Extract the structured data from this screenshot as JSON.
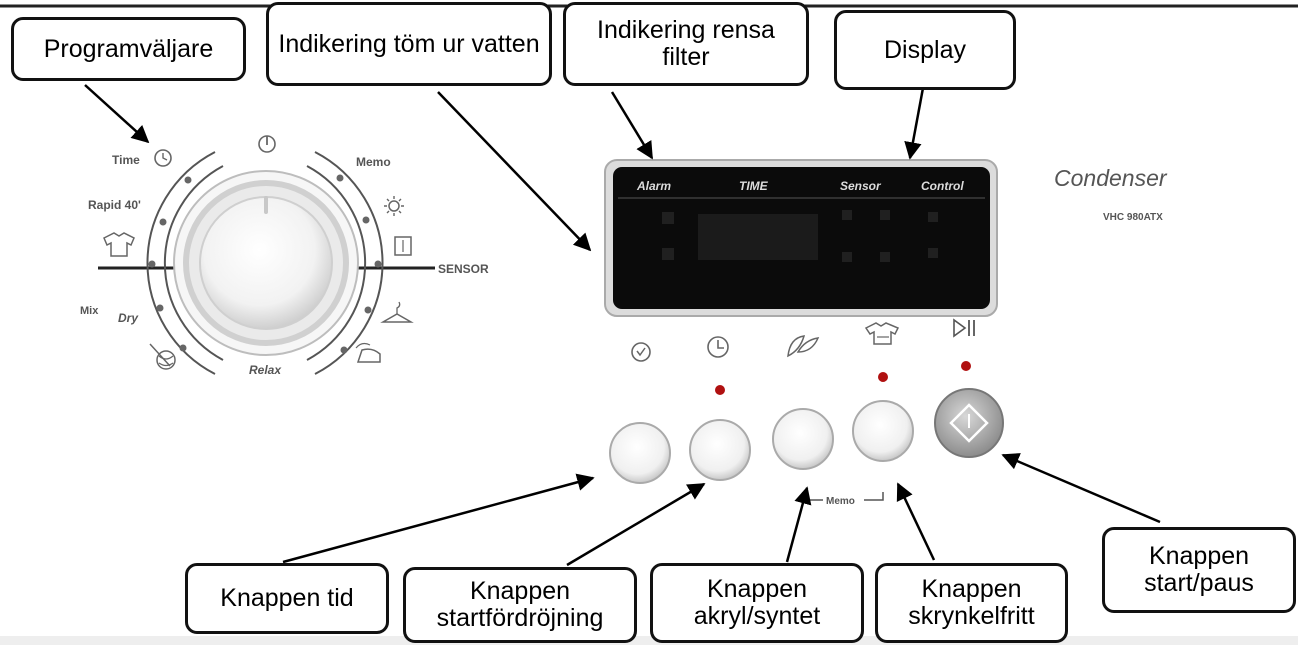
{
  "callouts": {
    "program_selector": "Programväljare",
    "empty_water": "Indikering töm ur vatten",
    "clean_filter": "Indikering rensa filter",
    "display": "Display",
    "time_button": "Knappen tid",
    "delay_button": "Knappen startfördröjning",
    "synthetic_button": "Knappen akryl/syntet",
    "wrinkle_button": "Knappen skrynkelfritt",
    "start_button": "Knappen start/paus"
  },
  "dial": {
    "time": "Time",
    "rapid": "Rapid 40'",
    "mix": "Mix",
    "dry": "Dry",
    "relax": "Relax",
    "memo": "Memo",
    "sensor": "SENSOR"
  },
  "panel": {
    "alarm": "Alarm",
    "time": "TIME",
    "sensor": "Sensor",
    "control": "Control"
  },
  "brand": {
    "name": "Condenser",
    "model": "VHC 980ATX"
  },
  "buttons": {
    "memo": "Memo"
  },
  "colors": {
    "indicator_led": "#b01010",
    "display_bg": "#0b0b0b"
  }
}
